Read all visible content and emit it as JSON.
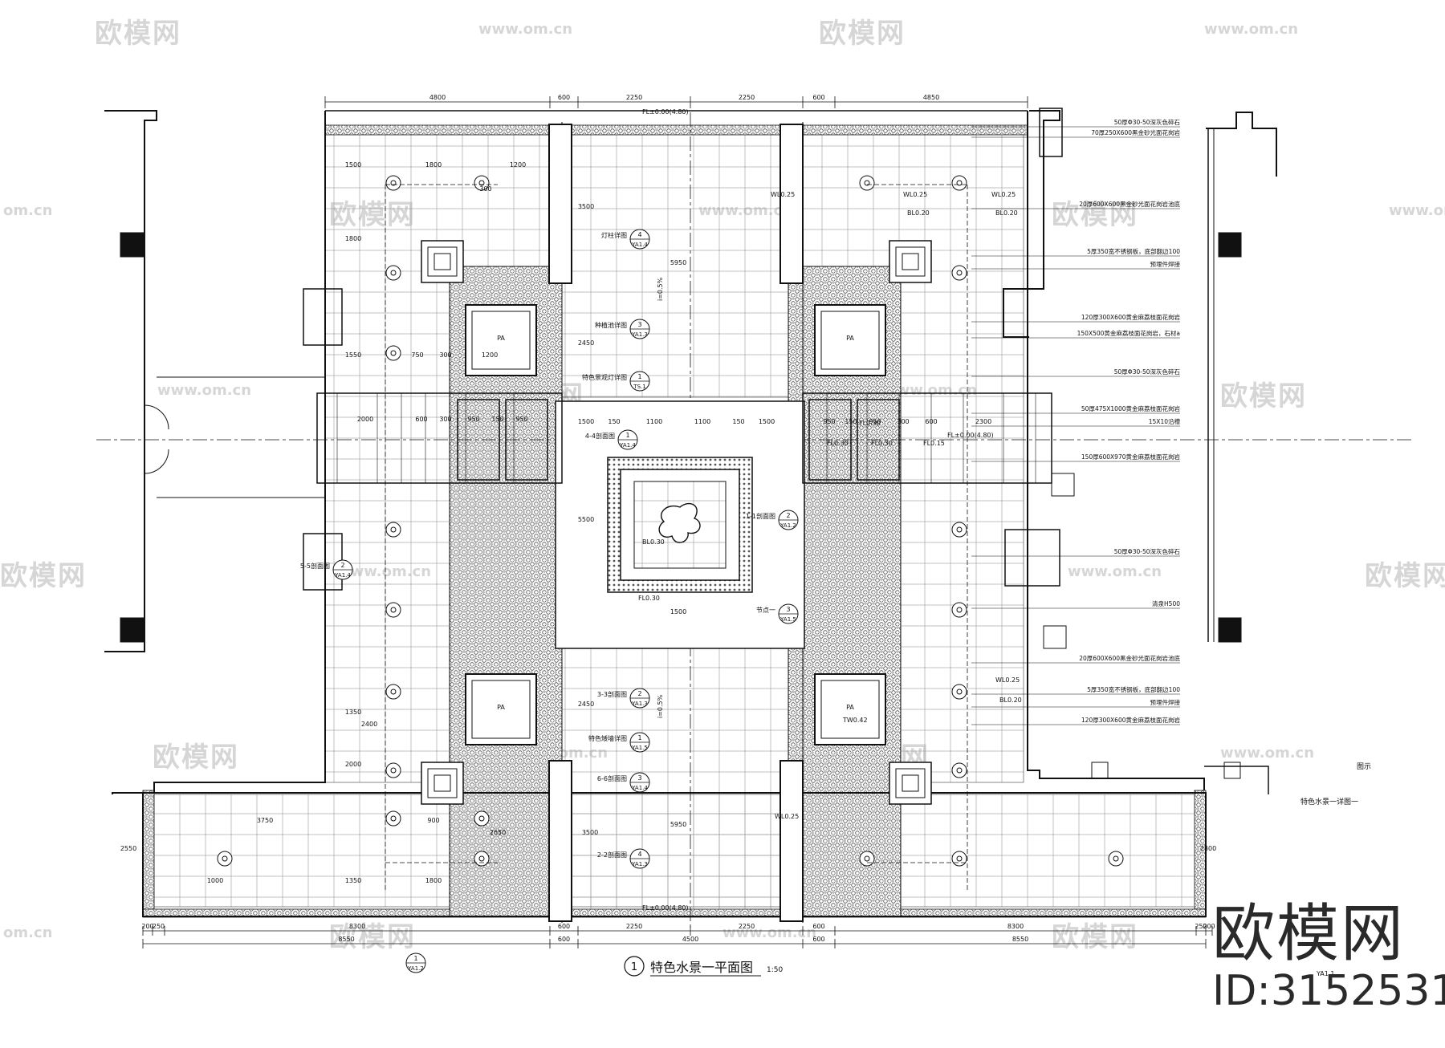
{
  "watermarks": {
    "brand": "欧模网",
    "url": "www.om.cn",
    "short": "om.cn"
  },
  "brand_id": "ID:3152531",
  "title": {
    "number": "1",
    "text": "特色水景一平面图",
    "scale": "1:50"
  },
  "legend": {
    "line1": "图示",
    "line2": "特色水景一详图一"
  },
  "dims_top": [
    "4800",
    "600",
    "2250",
    "2250",
    "600",
    "4850"
  ],
  "dims_bottom": [
    "200",
    "250",
    "8300",
    "600",
    "2250",
    "2250",
    "600",
    "8300",
    "250",
    "200"
  ],
  "dims_bottom2": [
    "8550",
    "600",
    "4500",
    "600",
    "8550"
  ],
  "dims_inner": [
    "1500",
    "1800",
    "300",
    "1200",
    "3500",
    "5950",
    "2450",
    "1800",
    "1550",
    "750",
    "300",
    "1200",
    "2000",
    "600",
    "300",
    "950",
    "150",
    "950",
    "1500",
    "150",
    "1100",
    "1100",
    "150",
    "1500",
    "950",
    "150",
    "950",
    "300",
    "600",
    "2300",
    "5500",
    "1500",
    "1350",
    "2400",
    "3750",
    "900",
    "3500",
    "5950",
    "2450",
    "1350",
    "1800",
    "2650",
    "2000",
    "1000",
    "2550",
    "2800"
  ],
  "levels": {
    "fl_top": "FL±0.00(4.80)",
    "fl_bottom": "FL±0.00(4.80)",
    "wl1": "WL0.25",
    "bl1": "BL0.20",
    "wl2": "WL0.25",
    "bl2": "BL0.20",
    "fl30a": "FL0.30",
    "fl30b": "FL0.30",
    "fl30c": "FL0.30",
    "fl15": "FL0.15",
    "fl480": "FL±0.00(4.80)",
    "bl30": "BL0.30",
    "fl030": "FL0.30",
    "tw": "TW0.42",
    "slope1": "i=0.5%",
    "slope2": "i=0.5%",
    "wl3": "WL0.25",
    "wl4": "WL0.25",
    "pa": "PA"
  },
  "callouts": [
    {
      "text": "灯柱详图",
      "num": "4",
      "ref": "YA1.4"
    },
    {
      "text": "种植池详图",
      "num": "3",
      "ref": "YA1.3"
    },
    {
      "text": "特色景观灯详图",
      "num": "1",
      "ref": "TS.1"
    },
    {
      "text": "4-4剖面图",
      "num": "1",
      "ref": "YA1.4"
    },
    {
      "text": "1-1剖面图",
      "num": "2",
      "ref": "YA1.2"
    },
    {
      "text": "节点一",
      "num": "3",
      "ref": "YA1.5"
    },
    {
      "text": "3-3剖面图",
      "num": "2",
      "ref": "YA1.3"
    },
    {
      "text": "特色矮墙详图",
      "num": "1",
      "ref": "YA1.5"
    },
    {
      "text": "6-6剖面图",
      "num": "3",
      "ref": "YA1.4"
    },
    {
      "text": "2-2剖面图",
      "num": "4",
      "ref": "YA1.3"
    },
    {
      "text": "5-5剖面图",
      "num": "2",
      "ref": "YA1.4"
    },
    {
      "text": "",
      "num": "1",
      "ref": "YA1.2"
    }
  ],
  "notes": [
    "50厚Φ30-50深灰色碎石",
    "70厚250X600黑金砂光面花岗岩",
    "20厚600X600黑金砂光面花岗岩池底",
    "5厚350宽不锈钢板，底部翻边100",
    "预埋件焊接",
    "120厚300X600黄金麻荔枝面花岗岩",
    "150X500黄金麻荔枝面花岗岩，石材a",
    "50厚Φ30-50深灰色碎石",
    "50厚475X1000黄金麻荔枝面花岗岩",
    "15X10沿槽",
    "150厚600X970黄金麻荔枝面花岗岩",
    "50厚Φ30-50深灰色碎石",
    "清泉H500",
    "20厚600X600黑金砂光面花岗岩池底",
    "5厚350宽不锈钢板，底部翻边100",
    "预埋件焊接",
    "120厚300X600黄金麻荔枝面花岗岩"
  ],
  "ref_tag": "YA1.1"
}
